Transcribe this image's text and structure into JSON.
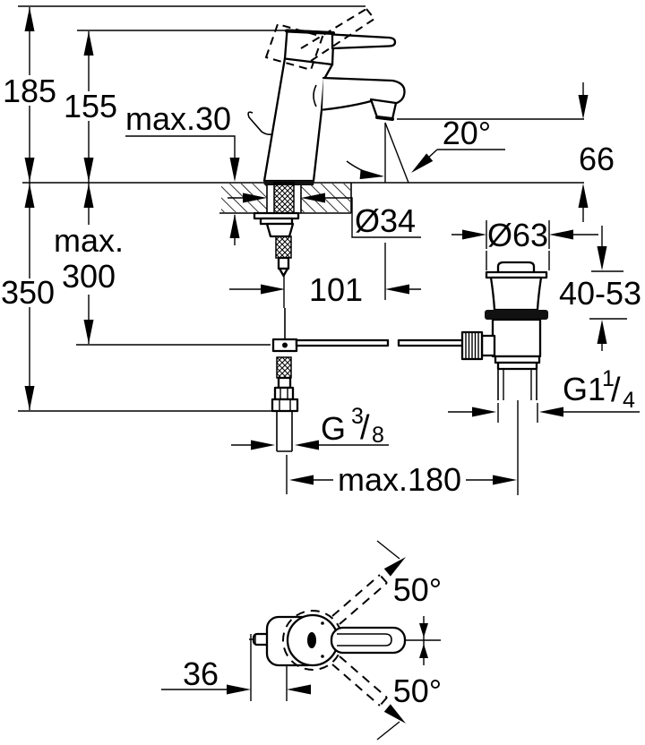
{
  "side_view": {
    "total_height": "185",
    "body_height": "155",
    "deck_thickness_max": "max.30",
    "spray_angle": "20°",
    "outlet_height": "66",
    "hole_diameter": "Ø34",
    "spout_reach": "101",
    "rod_drop_max_prefix": "max.",
    "rod_drop_max_value": "300",
    "hose_length": "350",
    "drain_flange_diameter": "Ø63",
    "clamping_range": "40-53",
    "drain_thread": {
      "prefix": "G1",
      "numerator": "1",
      "slash": "/",
      "denominator": "4"
    },
    "supply_thread": {
      "prefix": "G",
      "numerator": "3",
      "slash": "/",
      "denominator": "8"
    },
    "rod_reach_max": "max.180"
  },
  "top_view": {
    "spout_offset": "36",
    "handle_swing_upper": "50°",
    "handle_swing_lower": "50°"
  },
  "colors": {
    "line": "#000000",
    "gasket": "#111111",
    "background": "#ffffff"
  }
}
